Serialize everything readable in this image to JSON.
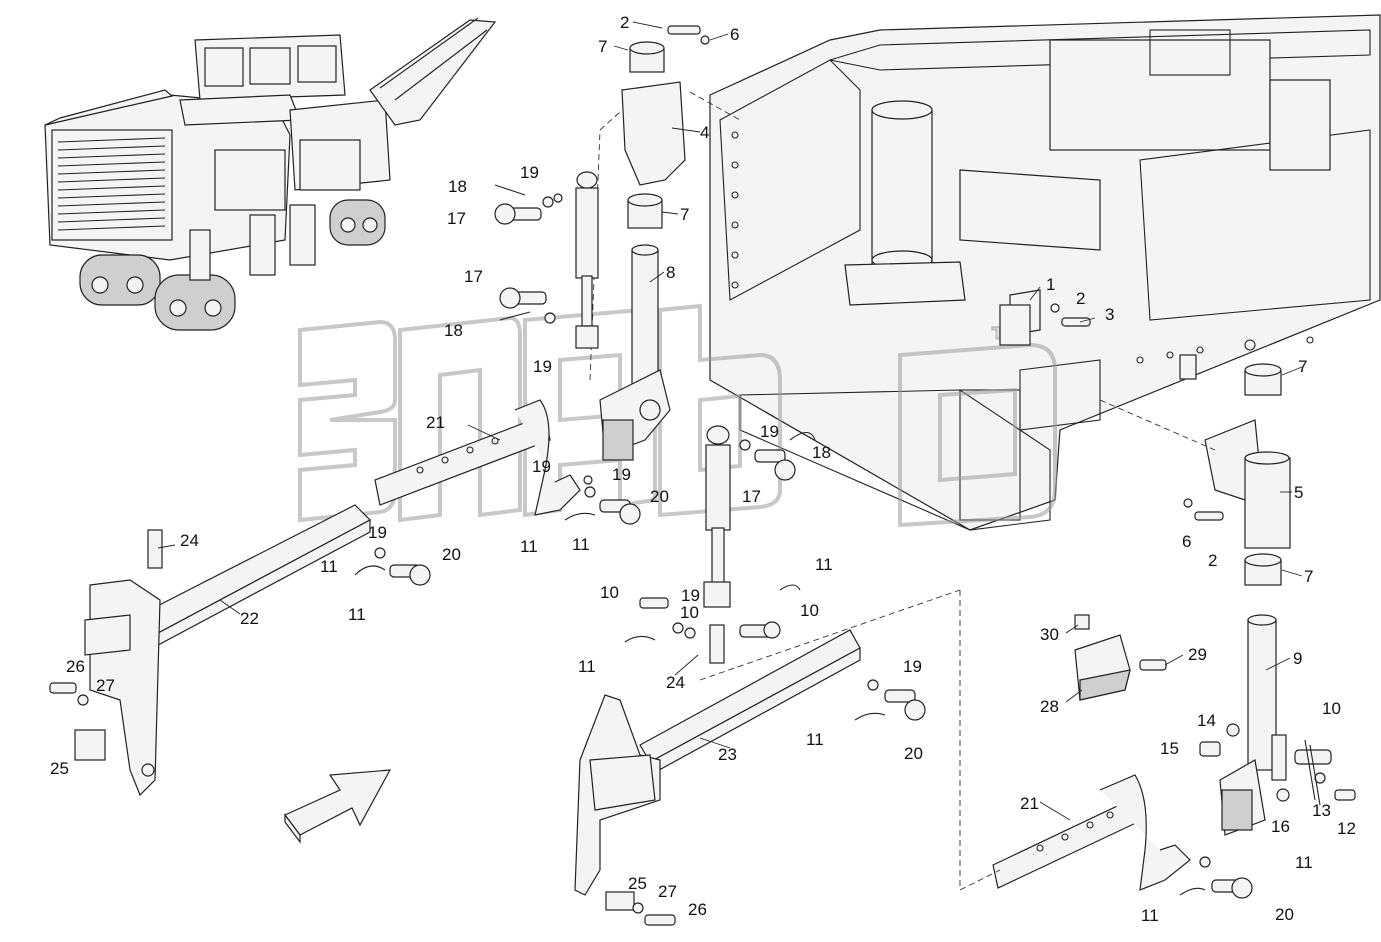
{
  "diagram": {
    "watermark": "™",
    "callouts": [
      {
        "id": "c1",
        "text": "2"
      },
      {
        "id": "c2",
        "text": "6"
      },
      {
        "id": "c3",
        "text": "7"
      },
      {
        "id": "c4",
        "text": "4"
      },
      {
        "id": "c5",
        "text": "7"
      },
      {
        "id": "c6",
        "text": "8"
      },
      {
        "id": "c7",
        "text": "18"
      },
      {
        "id": "c8",
        "text": "19"
      },
      {
        "id": "c9",
        "text": "17"
      },
      {
        "id": "c10",
        "text": "17"
      },
      {
        "id": "c11",
        "text": "18"
      },
      {
        "id": "c12",
        "text": "19"
      },
      {
        "id": "c13",
        "text": "21"
      },
      {
        "id": "c14",
        "text": "19"
      },
      {
        "id": "c15",
        "text": "20"
      },
      {
        "id": "c16",
        "text": "11"
      },
      {
        "id": "c17",
        "text": "19"
      },
      {
        "id": "c18",
        "text": "18"
      },
      {
        "id": "c19",
        "text": "17"
      },
      {
        "id": "c20",
        "text": "24"
      },
      {
        "id": "c21",
        "text": "19"
      },
      {
        "id": "c22",
        "text": "20"
      },
      {
        "id": "c23",
        "text": "11"
      },
      {
        "id": "c24",
        "text": "11"
      },
      {
        "id": "c25",
        "text": "22"
      },
      {
        "id": "c26",
        "text": "26"
      },
      {
        "id": "c27",
        "text": "27"
      },
      {
        "id": "c28",
        "text": "25"
      },
      {
        "id": "c29",
        "text": "1"
      },
      {
        "id": "c30",
        "text": "2"
      },
      {
        "id": "c31",
        "text": "3"
      },
      {
        "id": "c32",
        "text": "7"
      },
      {
        "id": "c33",
        "text": "5"
      },
      {
        "id": "c34",
        "text": "6"
      },
      {
        "id": "c35",
        "text": "2"
      },
      {
        "id": "c36",
        "text": "7"
      },
      {
        "id": "c37",
        "text": "11"
      },
      {
        "id": "c38",
        "text": "10"
      },
      {
        "id": "c39",
        "text": "10"
      },
      {
        "id": "c40",
        "text": "19"
      },
      {
        "id": "c41",
        "text": "11"
      },
      {
        "id": "c42",
        "text": "24"
      },
      {
        "id": "c43",
        "text": "19"
      },
      {
        "id": "c44",
        "text": "11"
      },
      {
        "id": "c45",
        "text": "20"
      },
      {
        "id": "c46",
        "text": "23"
      },
      {
        "id": "c47",
        "text": "25"
      },
      {
        "id": "c48",
        "text": "27"
      },
      {
        "id": "c49",
        "text": "26"
      },
      {
        "id": "c50",
        "text": "30"
      },
      {
        "id": "c51",
        "text": "29"
      },
      {
        "id": "c52",
        "text": "28"
      },
      {
        "id": "c53",
        "text": "9"
      },
      {
        "id": "c54",
        "text": "10"
      },
      {
        "id": "c55",
        "text": "14"
      },
      {
        "id": "c56",
        "text": "15"
      },
      {
        "id": "c57",
        "text": "13"
      },
      {
        "id": "c58",
        "text": "12"
      },
      {
        "id": "c59",
        "text": "16"
      },
      {
        "id": "c60",
        "text": "21"
      },
      {
        "id": "c61",
        "text": "11"
      },
      {
        "id": "c62",
        "text": "11"
      },
      {
        "id": "c63",
        "text": "20"
      },
      {
        "id": "c64",
        "text": "10"
      },
      {
        "id": "c65",
        "text": "11"
      },
      {
        "id": "c66",
        "text": "19"
      }
    ]
  }
}
